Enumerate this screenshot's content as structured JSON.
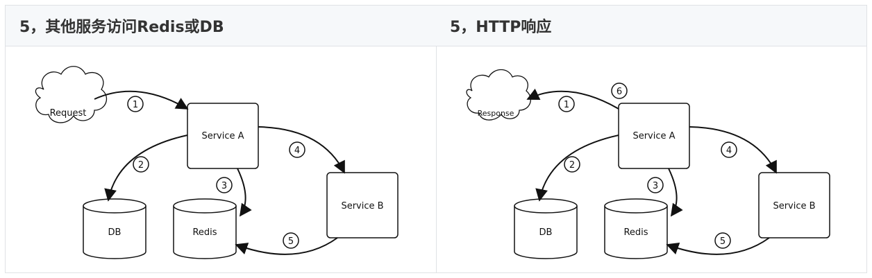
{
  "left": {
    "title": "5，其他服务访问Redis或DB",
    "nodes": {
      "cloud": "Request",
      "serviceA": "Service A",
      "serviceB": "Service B",
      "db": "DB",
      "redis": "Redis"
    },
    "steps": [
      "1",
      "2",
      "3",
      "4",
      "5"
    ]
  },
  "right": {
    "title": "5，HTTP响应",
    "nodes": {
      "cloud": "Response",
      "serviceA": "Service A",
      "serviceB": "Service B",
      "db": "DB",
      "redis": "Redis"
    },
    "steps": [
      "1",
      "2",
      "3",
      "4",
      "5",
      "6"
    ]
  }
}
